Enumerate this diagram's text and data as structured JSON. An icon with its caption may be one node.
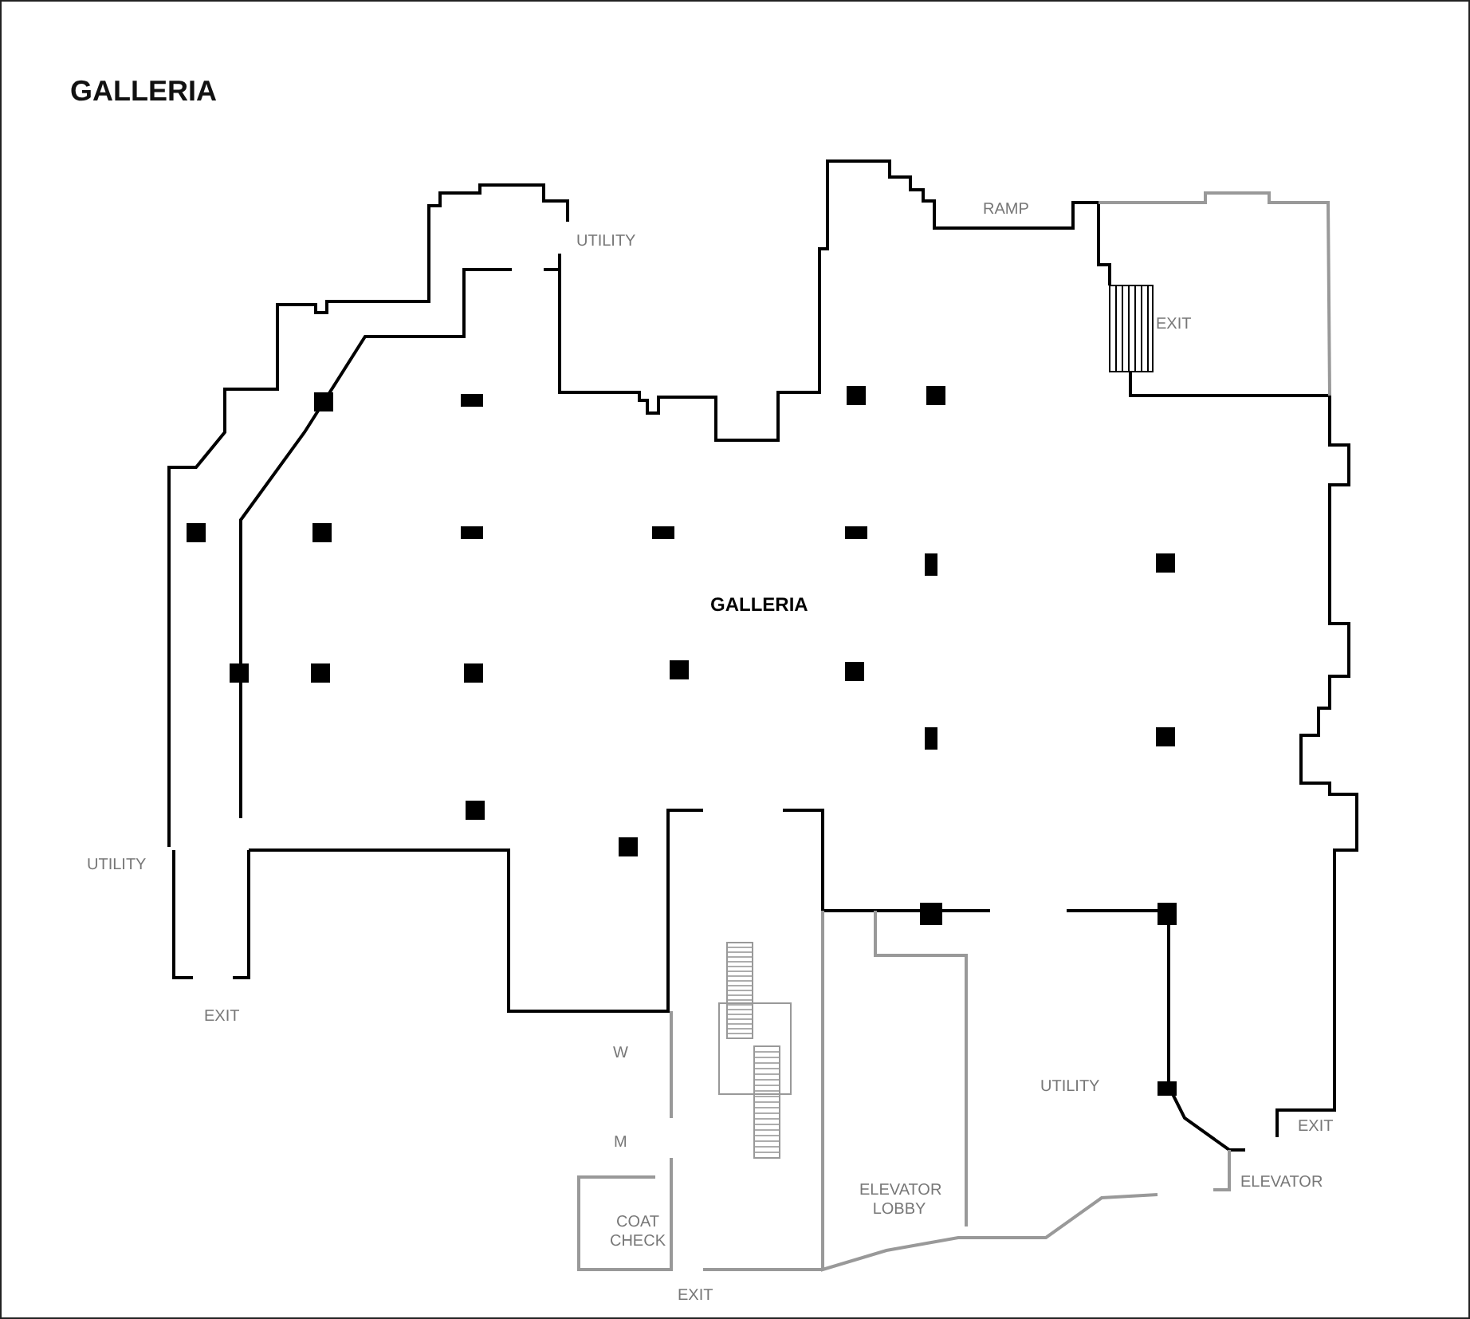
{
  "diagram": {
    "title": "GALLERIA",
    "labels": [
      "RAMP",
      "UTILITY",
      "EXIT",
      "GALLERIA",
      "UTILITY",
      "EXIT",
      "W",
      "UTILITY",
      "EXIT",
      "M",
      "ELEVATOR",
      "ELEVATOR LOBBY",
      "COAT CHECK",
      "EXIT"
    ]
  }
}
